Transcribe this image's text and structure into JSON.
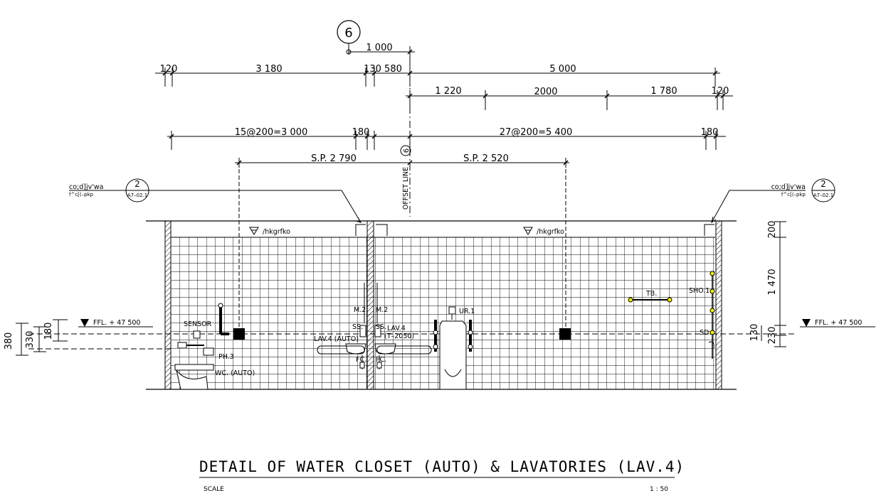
{
  "grid_bubble_top": "6",
  "grid_bubble_side": "6",
  "dims": {
    "top_1000": "1 000",
    "d120_left": "120",
    "d3180": "3 180",
    "d130_580": "130 580",
    "d5000": "5 000",
    "d1220": "1 220",
    "d2000": "2000",
    "d1780": "1 780",
    "d120_right": "120",
    "d15at200": "15@200=3 000",
    "d180_mid": "180",
    "d27at200": "27@200=5 400",
    "d180_right": "180",
    "sp_left": "S.P. 2 790",
    "sp_right": "S.P. 2 520",
    "offset_line": "OFFSET LINE",
    "left_380": "380",
    "left_330": "330",
    "left_180": "180",
    "right_200": "200",
    "right_1470": "1 470",
    "right_130": "130",
    "right_230": "230"
  },
  "callouts": {
    "left_text1": "co;d]jv'wa",
    "left_text2": "f^c[(–pkp",
    "left_num": "2",
    "left_ref": "A7–02.1",
    "right_text1": "co;d]jv'wa",
    "right_text2": "f^c[(–pkp",
    "right_num": "2",
    "right_ref": "A7–02.1"
  },
  "levels": {
    "ceiling_left": "/hkgrfko",
    "ceiling_right": "/hkgrfko",
    "ffl_left": "FFL. + 47 500",
    "ffl_right": "FFL. + 47 500"
  },
  "labels": {
    "sensor": "SENSOR",
    "ph3": "PH.3",
    "wc": "WC. (AUTO)",
    "m2a": "M.2",
    "m2b": "M.2",
    "ssa": "SS.",
    "ssb": "SS.",
    "lav4_auto": "LAV.4 (AUTO)",
    "lav4": "LAV.4",
    "t2050": "(T–2050)",
    "fca": "FC.",
    "fcb": "FC.",
    "ur1": "UR.1",
    "tb": "TB.",
    "sho1": "SHO.1",
    "sd": "SD."
  },
  "title": "DETAIL OF WATER CLOSET (AUTO) & LAVATORIES (LAV.4)",
  "scale_label": "SCALE",
  "scale_value": "1 : 50"
}
